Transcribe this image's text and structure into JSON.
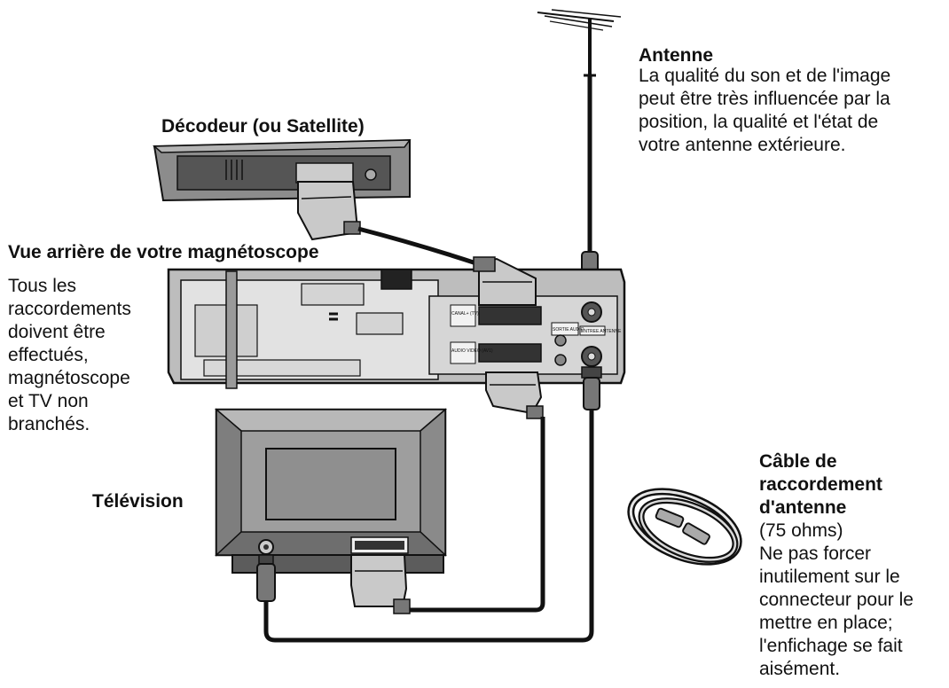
{
  "labels": {
    "antenna_title": "Antenne",
    "antenna_desc": [
      "La qualité du son et de l'image",
      "peut être très influencée par la",
      "position, la qualité et l'état de",
      "votre antenne extérieure."
    ],
    "decoder_title": "Décodeur (ou Satellite)",
    "vcr_title": "Vue arrière de votre magnétoscope",
    "vcr_note": [
      "Tous les",
      "raccordements",
      "doivent être",
      "effectués,",
      "magnétoscope",
      "et TV non",
      "branchés."
    ],
    "tv_title": "Télévision",
    "cable_title": [
      "Câble de",
      "raccordement",
      "d'antenne"
    ],
    "cable_desc": [
      "(75 ohms)",
      "Ne pas forcer",
      "inutilement sur le",
      "connecteur pour le",
      "mettre en place;",
      "l'enfichage se fait",
      "aisément."
    ]
  },
  "vcr_panel": {
    "scart_top_label": "CANAL+ (TV)",
    "scart_bottom_label": "AUDIO VIDEO (AV1)",
    "audio_out_label": "SORTIE AUDIO",
    "rf_in_label": "ENTREE ANTENNE"
  },
  "colors": {
    "ink": "#111111",
    "device_gray": "#8a8a8a",
    "device_light": "#d0d0d0",
    "panel_bg": "#e6e6e6"
  }
}
